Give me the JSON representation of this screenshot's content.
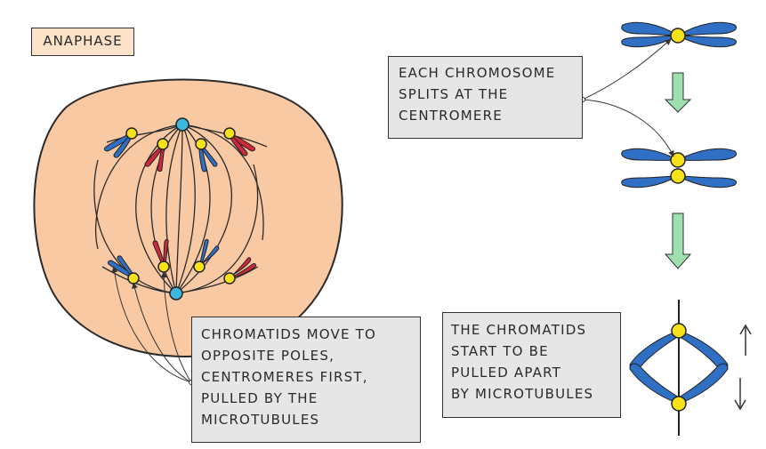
{
  "title": "ANAPHASE",
  "labels": {
    "split": "EACH CHROMOSOME\nSPLITS AT THE\nCENTROMERE",
    "move": "CHROMATIDS MOVE TO\nOPPOSITE POLES,\nCENTROMERES FIRST,\nPULLED  BY THE\nMICROTUBULES",
    "apart": "THE CHROMATIDS\nSTART TO BE\nPULLED APART\nBY MICROTUBULES"
  },
  "colors": {
    "cell_fill": "#f8c9a3",
    "title_fill": "#fbe2c8",
    "chromatid_blue": "#2f6fc4",
    "chromatid_red": "#cc2a3c",
    "centromere_yellow": "#f7e21a",
    "centriole_cyan": "#3bb7e0",
    "arrow_green": "#9ee0b0",
    "box_fill": "#e6e6e6"
  }
}
